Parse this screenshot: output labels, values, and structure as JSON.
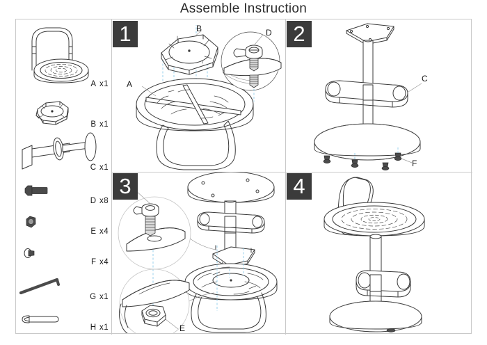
{
  "document": {
    "title": "Assemble Instruction",
    "type": "furniture-assembly-instruction-sheet",
    "product": "adjustable swivel bar stool"
  },
  "parts_list": {
    "header": "",
    "items": [
      {
        "id": "A",
        "label": "A",
        "quantity": "x1",
        "icon": "seat-with-backrest",
        "description": "Round seat with curved back frame"
      },
      {
        "id": "B",
        "label": "B",
        "quantity": "x1",
        "icon": "swivel-plate",
        "description": "Square swivel mounting plate"
      },
      {
        "id": "C",
        "label": "C",
        "quantity": "x1",
        "icon": "column-base-footrest",
        "description": "Gas lift column with round base and footrest ring"
      },
      {
        "id": "D",
        "label": "D",
        "quantity": "x8",
        "icon": "hex-bolt",
        "description": "Hex head bolt"
      },
      {
        "id": "E",
        "label": "E",
        "quantity": "x4",
        "icon": "hex-nut",
        "description": "Hex nut"
      },
      {
        "id": "F",
        "label": "F",
        "quantity": "x4",
        "icon": "floor-glide",
        "description": "Floor glide / foot pad"
      },
      {
        "id": "G",
        "label": "G",
        "quantity": "x1",
        "icon": "allen-key",
        "description": "Allen hex key"
      },
      {
        "id": "H",
        "label": "H",
        "quantity": "x1",
        "icon": "open-end-wrench",
        "description": "Open end wrench"
      }
    ]
  },
  "steps": [
    {
      "number": "1",
      "callouts": [
        {
          "letter": "A",
          "refers_to": "seat underside"
        },
        {
          "letter": "B",
          "refers_to": "swivel plate"
        },
        {
          "letter": "D",
          "refers_to": "bolt detail"
        }
      ]
    },
    {
      "number": "2",
      "callouts": [
        {
          "letter": "C",
          "refers_to": "footrest ring on column"
        },
        {
          "letter": "F",
          "refers_to": "floor glides on base"
        }
      ]
    },
    {
      "number": "3",
      "callouts": [
        {
          "letter": "D",
          "refers_to": "bolt through plate detail"
        },
        {
          "letter": "E",
          "refers_to": "nut detail under seat"
        }
      ]
    },
    {
      "number": "4",
      "callouts": []
    }
  ],
  "colors": {
    "badge_background": "#3b3b3b",
    "badge_text": "#ffffff",
    "line": "#3a3a3a",
    "frame": "#c9c9c9",
    "guide_line": "#7fc6e8",
    "text": "#1a1a1a"
  }
}
